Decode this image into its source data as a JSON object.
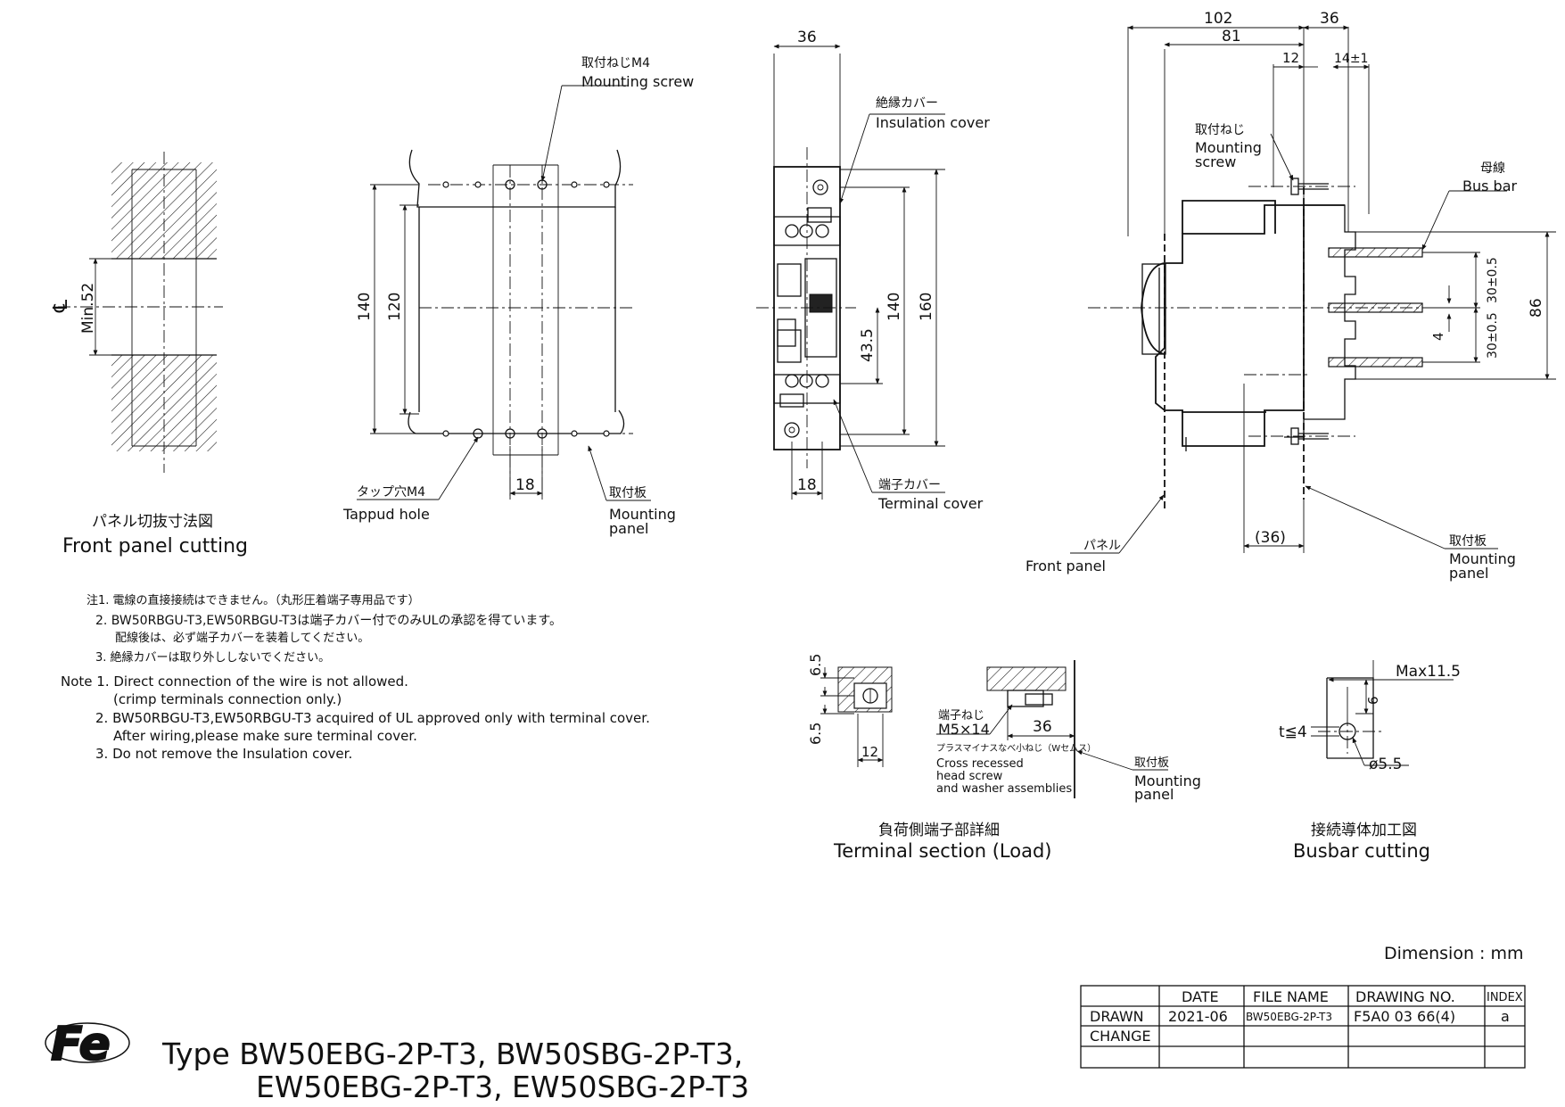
{
  "views": {
    "panel_cutting": {
      "title_jp": "パネル切抜寸法図",
      "title_en": "Front panel cutting",
      "cl_label": "℄",
      "min_label": "Min.52"
    },
    "mounting": {
      "screw_jp": "取付ねじM4",
      "screw_en": "Mounting screw",
      "tapped_jp": "タップ穴M4",
      "tapped_en": "Tappud hole",
      "panel_jp": "取付板",
      "panel_en_1": "Mounting",
      "panel_en_2": "panel",
      "dim_140": "140",
      "dim_120": "120",
      "dim_18": "18"
    },
    "front": {
      "insul_jp": "絶縁カバー",
      "insul_en": "Insulation cover",
      "term_jp": "端子カバー",
      "term_en": "Terminal cover",
      "dim_36": "36",
      "dim_18": "18",
      "dim_43_5": "43.5",
      "dim_140": "140",
      "dim_160": "160"
    },
    "side": {
      "dim_102": "102",
      "dim_36_top": "36",
      "dim_81": "81",
      "dim_12": "12",
      "dim_14": "14±1",
      "screw_jp": "取付ねじ",
      "screw_en_1": "Mounting",
      "screw_en_2": "screw",
      "bus_jp": "母線",
      "bus_en": "Bus bar",
      "dim_30a": "30±0.5",
      "dim_30b": "30±0.5",
      "dim_4": "4",
      "dim_86": "86",
      "dim_36_paren": "(36)",
      "front_panel_jp": "パネル",
      "front_panel_en": "Front panel",
      "mount_jp": "取付板",
      "mount_en_1": "Mounting",
      "mount_en_2": "panel"
    },
    "terminal_section": {
      "dim_6_5a": "6.5",
      "dim_6_5b": "6.5",
      "dim_12": "12",
      "dim_36": "36",
      "screw_jp": "端子ねじ",
      "screw_size": "M5×14",
      "screw_desc_jp": "プラスマイナスなべ小ねじ（Wセムス）",
      "desc_1": "Cross recessed",
      "desc_2": "head screw",
      "desc_3": "and washer assemblies",
      "panel_jp": "取付板",
      "panel_en_1": "Mounting",
      "panel_en_2": "panel",
      "title_jp": "負荷側端子部詳細",
      "title_en": "Terminal section (Load)"
    },
    "busbar": {
      "max": "Max11.5",
      "dim_6": "6",
      "t": "t≦4",
      "dia": "ø5.5",
      "title_jp": "接続導体加工図",
      "title_en": "Busbar cutting"
    }
  },
  "notes": {
    "jp1": "注1. 電線の直接接続はできません。（丸形圧着端子専用品です）",
    "jp2": "2. BW50RBGU-T3,EW50RBGU-T3は端子カバー付でのみULの承認を得ています。",
    "jp2b": "配線後は、必ず端子カバーを装着してください。",
    "jp3": "3. 絶縁カバーは取り外ししないでください。",
    "en1": "Note 1. Direct connection of the wire is not allowed.",
    "en1b": "(crimp terminals connection only.)",
    "en2": "2. BW50RBGU-T3,EW50RBGU-T3 acquired of UL approved only with terminal cover.",
    "en2b": "After wiring,please make sure terminal cover.",
    "en3": "3. Do not remove the Insulation cover."
  },
  "dimension_unit": "Dimension : mm",
  "title_block": {
    "headers": [
      "DATE",
      "FILE NAME",
      "DRAWING NO.",
      "INDEX"
    ],
    "rows": [
      {
        "label": "DRAWN",
        "date": "2021-06",
        "file": "BW50EBG-2P-T3",
        "drawing_no": "F5A0 03 66(4)",
        "index": "a"
      },
      {
        "label": "CHANGE",
        "date": "",
        "file": "",
        "drawing_no": "",
        "index": ""
      }
    ]
  },
  "logo": "Fe",
  "type_line_1": "Type BW50EBG-2P-T3, BW50SBG-2P-T3,",
  "type_line_2": "EW50EBG-2P-T3, EW50SBG-2P-T3"
}
